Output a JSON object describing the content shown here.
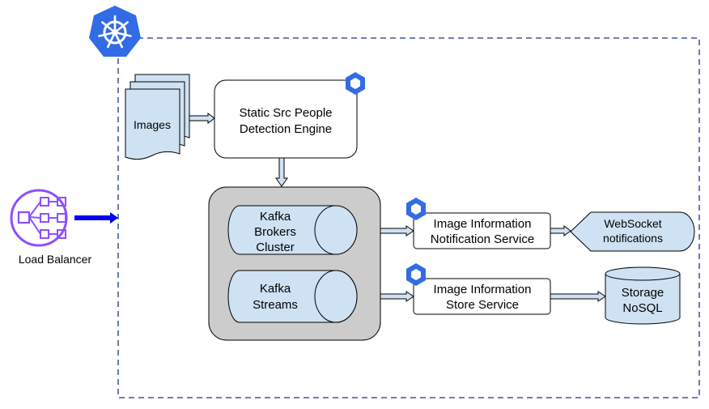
{
  "load_balancer": {
    "label": "Load Balancer",
    "icon": "load-balancer-icon",
    "icon_color": "#8c4fff"
  },
  "cluster": {
    "icon": "kubernetes-icon",
    "icon_color": "#326ce5",
    "border_color": "#1f2f8f"
  },
  "images": {
    "label": "Images"
  },
  "detection_engine": {
    "line1": "Static Src People",
    "line2": "Detection Engine"
  },
  "kafka_group": {
    "brokers": {
      "line1": "Kafka",
      "line2": "Brokers",
      "line3": "Cluster"
    },
    "streams": {
      "line1": "Kafka",
      "line2": "Streams"
    }
  },
  "notification_service": {
    "line1": "Image Information",
    "line2": "Notification Service"
  },
  "websocket": {
    "line1": "WebSocket",
    "line2": "notifications"
  },
  "store_service": {
    "line1": "Image Information",
    "line2": "Store Service"
  },
  "storage": {
    "line1": "Storage",
    "line2": "NoSQL"
  },
  "colors": {
    "shape_fill": "#cfe2f3",
    "group_fill": "#cccccc",
    "pod_icon": "#326ce5",
    "arrow_blue": "#0000ee"
  }
}
